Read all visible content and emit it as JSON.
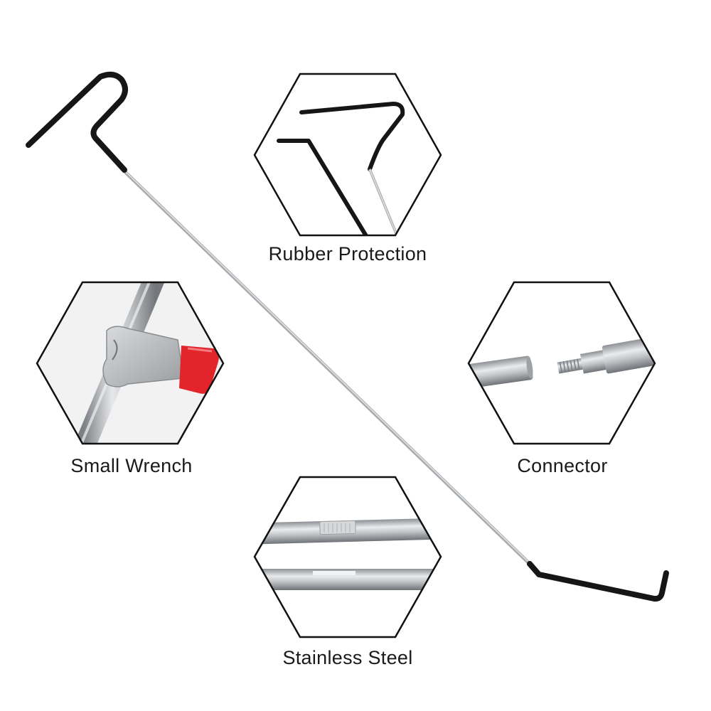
{
  "product": {
    "features": [
      {
        "key": "rubber",
        "label": "Rubber Protection",
        "icon": "hook-rods-closeup"
      },
      {
        "key": "wrench",
        "label": "Small Wrench",
        "icon": "wrench-closeup"
      },
      {
        "key": "connector",
        "label": "Connector",
        "icon": "threaded-connector-closeup"
      },
      {
        "key": "steel",
        "label": "Stainless Steel",
        "icon": "steel-rod-closeup"
      }
    ]
  },
  "colors": {
    "background": "#ffffff",
    "hexagon_border": "#111111",
    "rubber_coating": "#161616",
    "steel": "#b9bcbf",
    "wrench_grip": "#e3242b"
  }
}
